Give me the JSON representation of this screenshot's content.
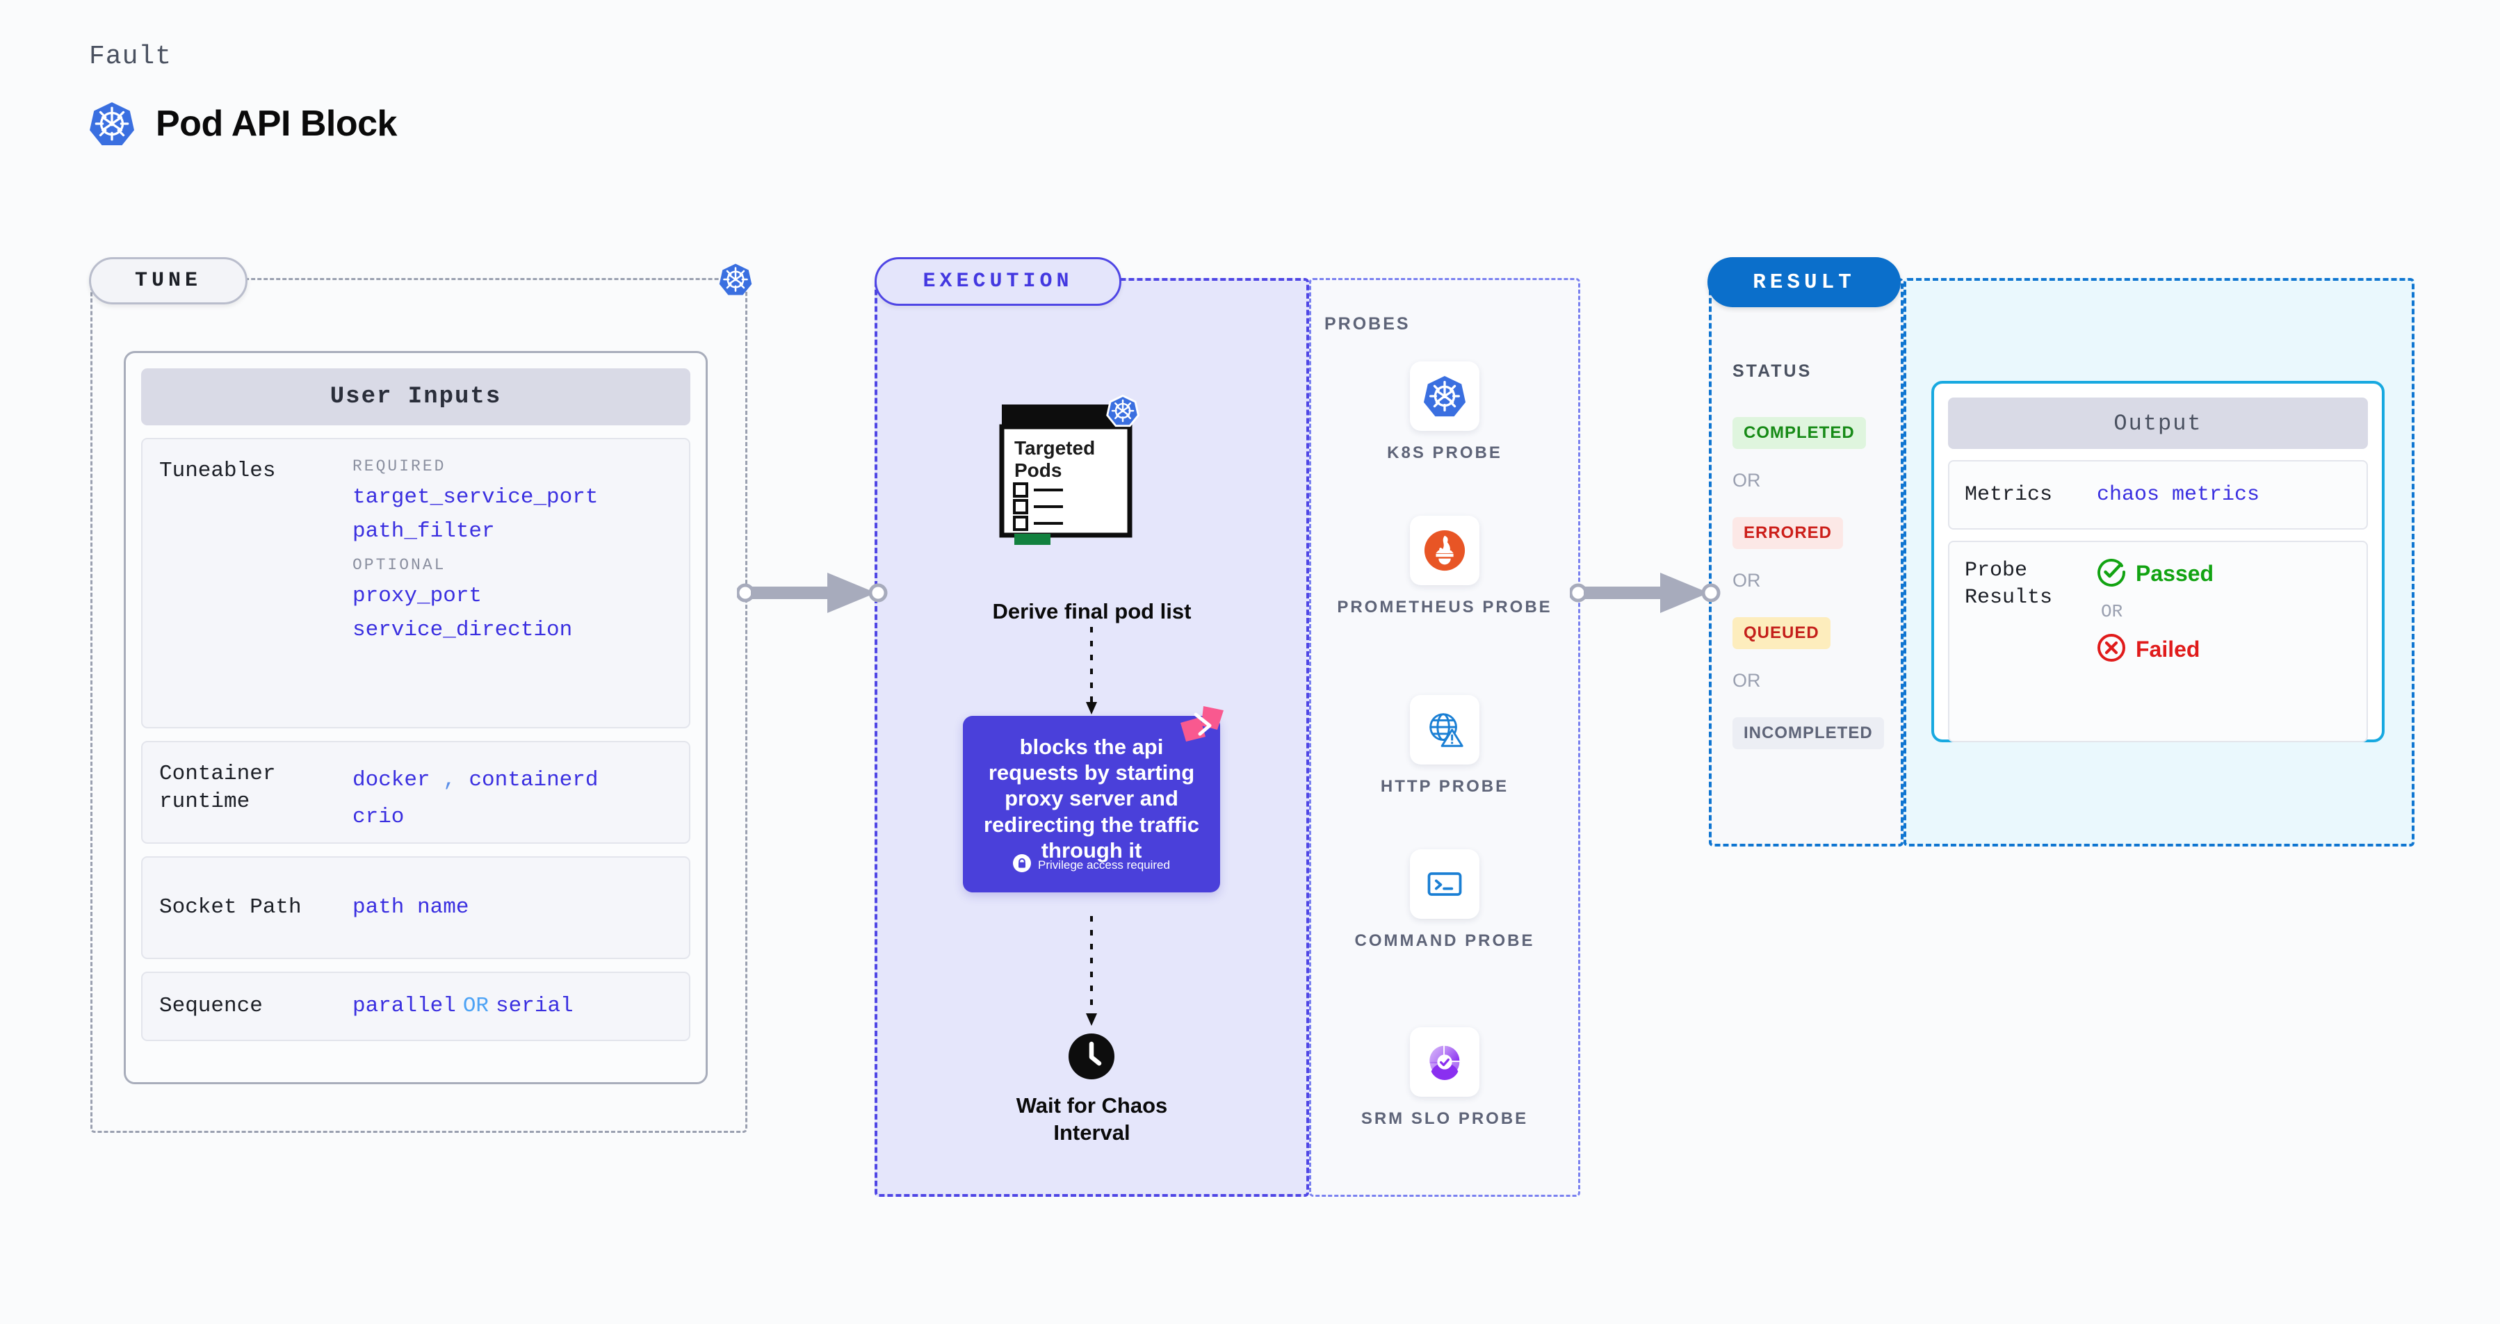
{
  "header": {
    "eyebrow": "Fault",
    "title": "Pod API Block",
    "logo_icon": "kubernetes-icon"
  },
  "tune": {
    "tag": "TUNE",
    "k8s_icon": "kubernetes-icon",
    "card_title": "User Inputs",
    "rows": [
      {
        "label": "Tuneables",
        "groups": [
          {
            "heading": "REQUIRED",
            "values": [
              "target_service_port",
              "path_filter"
            ]
          },
          {
            "heading": "OPTIONAL",
            "values": [
              "proxy_port",
              "service_direction"
            ]
          }
        ]
      },
      {
        "label": "Container runtime",
        "values_line1": "docker",
        "sep": ",",
        "values_line1b": "containerd",
        "values_line2": "crio"
      },
      {
        "label": "Socket Path",
        "value": "path name"
      },
      {
        "label": "Sequence",
        "value_a": "parallel",
        "connector": "OR",
        "value_b": "serial"
      }
    ]
  },
  "execution": {
    "tag": "EXECUTION",
    "pods_card": {
      "title_line1": "Targeted",
      "title_line2": "Pods",
      "badge_icon": "kubernetes-icon"
    },
    "derive_label": "Derive final pod list",
    "action": {
      "text": "blocks the api requests by starting proxy server and redirecting the traffic through it",
      "privilege_icon": "lock-icon",
      "privilege_text": "Privilege access required",
      "brand_icon": "litmus-icon",
      "color": "#4a40da"
    },
    "wait_label_line1": "Wait for Chaos",
    "wait_label_line2": "Interval",
    "wait_icon": "clock-icon"
  },
  "probes": {
    "title": "PROBES",
    "items": [
      {
        "name": "K8S PROBE",
        "icon": "kubernetes-icon"
      },
      {
        "name": "PROMETHEUS PROBE",
        "icon": "prometheus-icon"
      },
      {
        "name": "HTTP PROBE",
        "icon": "globe-warning-icon"
      },
      {
        "name": "COMMAND PROBE",
        "icon": "terminal-icon"
      },
      {
        "name": "SRM SLO PROBE",
        "icon": "slo-donut-icon"
      }
    ]
  },
  "result": {
    "tag": "RESULT",
    "status_title": "STATUS",
    "or_label": "OR",
    "statuses": [
      {
        "label": "COMPLETED",
        "bg": "#dff5de",
        "fg": "#168a16"
      },
      {
        "label": "ERRORED",
        "bg": "#fce8e6",
        "fg": "#cc1f1a"
      },
      {
        "label": "QUEUED",
        "bg": "#fdedbd",
        "fg": "#c41f1a"
      },
      {
        "label": "INCOMPLETED",
        "bg": "#eceef4",
        "fg": "#5e6478"
      }
    ]
  },
  "output": {
    "card_title": "Output",
    "metrics_label": "Metrics",
    "metrics_value": "chaos metrics",
    "probe_results_label": "Probe Results",
    "passed_label": "Passed",
    "passed_icon": "check-circle-icon",
    "or_label": "OR",
    "failed_label": "Failed",
    "failed_icon": "x-circle-icon"
  }
}
